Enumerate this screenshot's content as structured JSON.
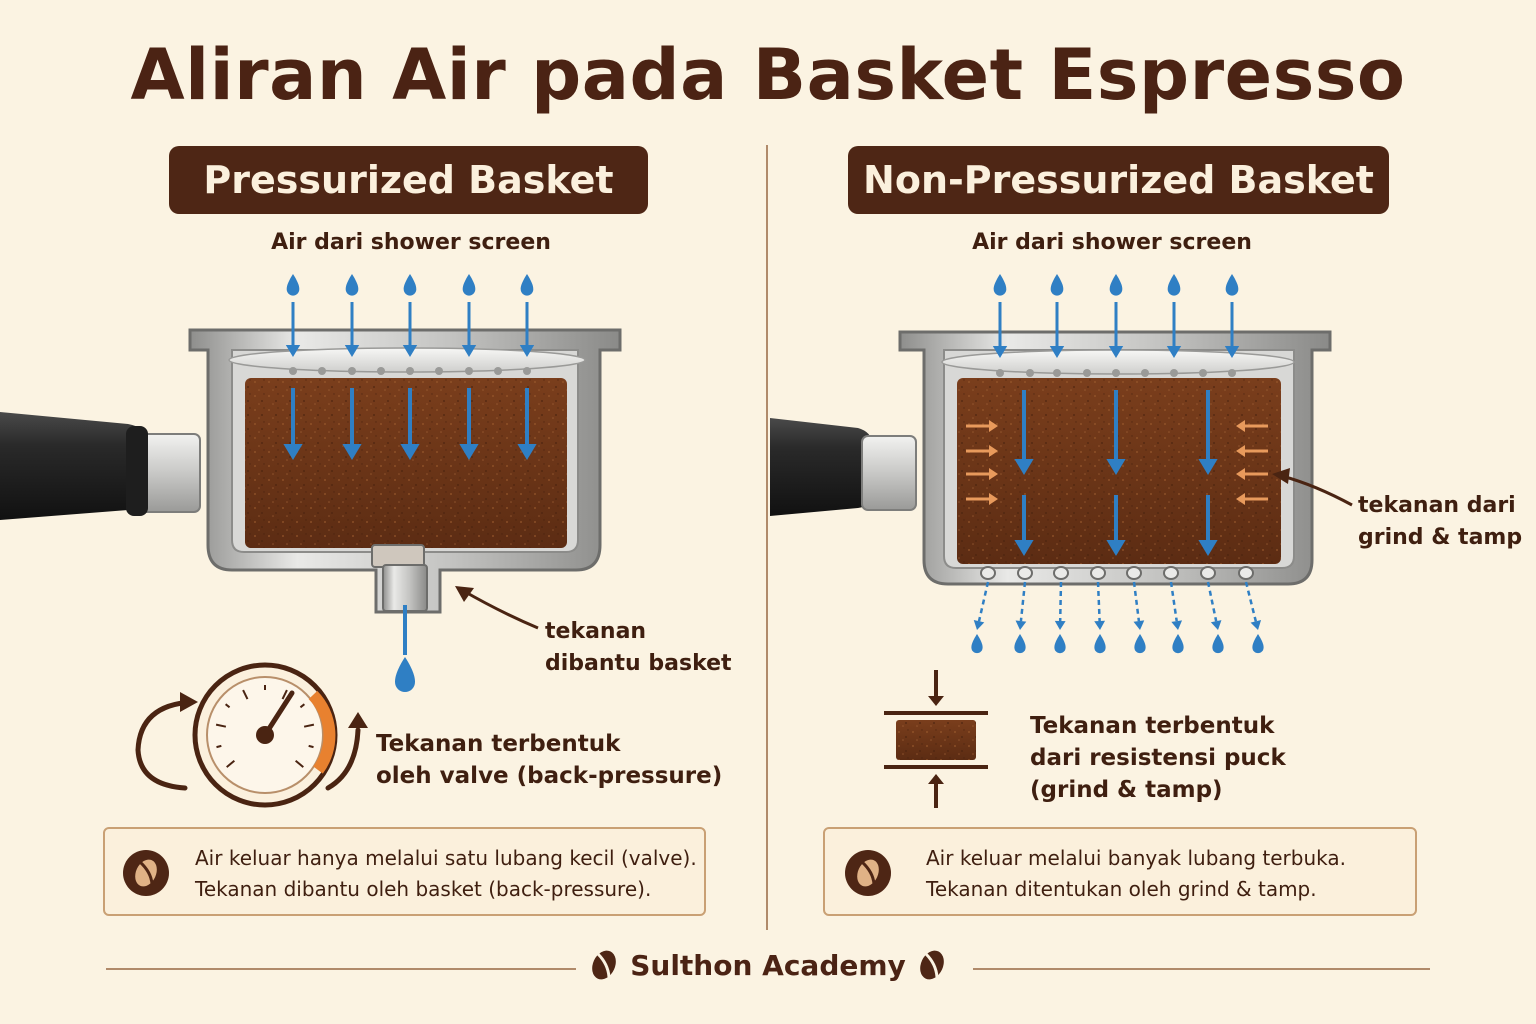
{
  "title": "Aliran Air pada Basket Espresso",
  "left": {
    "heading": "Pressurized Basket",
    "water_label": "Air dari shower screen",
    "annotation": [
      "tekanan",
      "dibantu basket"
    ],
    "caption": [
      "Tekanan terbentuk",
      "oleh valve (back-pressure)"
    ],
    "info": [
      "Air keluar hanya melalui satu lubang kecil (valve).",
      "Tekanan dibantu oleh basket (back-pressure)."
    ]
  },
  "right": {
    "heading": "Non-Pressurized Basket",
    "water_label": "Air dari shower screen",
    "annotation": [
      "tekanan dari",
      "grind & tamp"
    ],
    "caption": [
      "Tekanan terbentuk",
      "dari resistensi puck",
      "(grind & tamp)"
    ],
    "info": [
      "Air keluar melalui banyak lubang terbuka.",
      "Tekanan ditentukan oleh grind & tamp."
    ]
  },
  "footer": {
    "brand": "Sulthon Academy"
  },
  "colors": {
    "background": "#fbf3e2",
    "heading_bg": "#4e2615",
    "coffee": "#6b3519",
    "water": "#2f7fc4",
    "pressure_arrow": "#e89a5c",
    "gauge_accent": "#e8812f",
    "steel": "#b9b9b7"
  },
  "icons": [
    "water-drop-icon",
    "coffee-bean-icon",
    "pressure-gauge-icon",
    "cycle-arrow-icon",
    "compress-arrows-icon"
  ]
}
